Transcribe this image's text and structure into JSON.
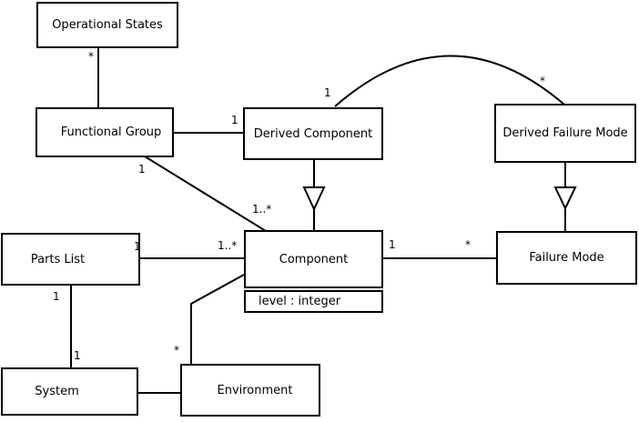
{
  "diagram": {
    "kind": "uml-class-diagram",
    "colors": {
      "line": "#000000",
      "box_fill": "#ffffff",
      "background": "#ffffff",
      "text": "#000000"
    },
    "classes": {
      "operational_states": {
        "name": "Operational States"
      },
      "functional_group": {
        "name": "Functional Group"
      },
      "derived_component": {
        "name": "Derived Component"
      },
      "derived_failure_mode": {
        "name": "Derived Failure Mode"
      },
      "parts_list": {
        "name": "Parts List"
      },
      "component": {
        "name": "Component",
        "attribute": "level : integer"
      },
      "failure_mode": {
        "name": "Failure Mode"
      },
      "system": {
        "name": "System"
      },
      "environment": {
        "name": "Environment"
      }
    },
    "multiplicities": {
      "operational_states_end": "*",
      "derived_component_from_functional_group": "1",
      "functional_group_to_component": "1",
      "component_from_functional_group": "1..*",
      "derived_component_arc_end": "1",
      "derived_failure_mode_arc_end": "*",
      "parts_list_corner": "1",
      "component_from_parts_list": "1..*",
      "component_to_failure_mode": "1",
      "failure_mode_from_component": "*",
      "parts_list_to_system": "1",
      "system_from_parts_list": "1",
      "environment_to_component": "*"
    }
  }
}
